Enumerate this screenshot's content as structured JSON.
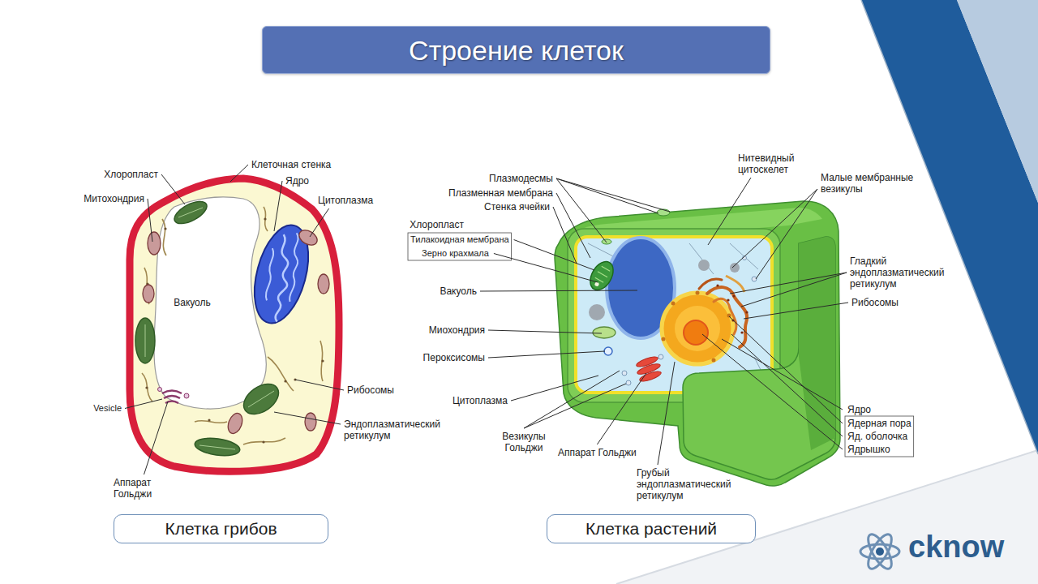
{
  "diagram": {
    "title": "Строение клеток",
    "nodes": [
      {
        "text": [
          "Клетка грибов"
        ]
      },
      {
        "text": [
          "Клетка растений"
        ]
      }
    ],
    "labels": [
      "Хлоропласт",
      "Клеточная стенка",
      "Митохондрия",
      "Ядро",
      "Цитоплазма",
      "Вакуоль",
      "Рибосомы",
      "Vesicle",
      "Эндоплазматический ретикулум",
      "Аппарат Гольджи",
      "Плазмодесмы",
      "Плазменная мембрана",
      "Стенка ячейки",
      "Хлоропласт",
      "Тилакоидная мембрана",
      "Зерно крахмала",
      "Вакуоль",
      "Миохондрия",
      "Пероксисомы",
      "Цитоплазма",
      "Везикулы Гольджи",
      "Аппарат Гольджи",
      "Грубый эндоплазматический ретикулум",
      "Нитевидный цитоскелет",
      "Малые мембранные везикулы",
      "Гладкий эндоплазматический ретикулум",
      "Рибосомы",
      "Ядро",
      "Ядерная пора",
      "Яд. оболочка",
      "Ядрышко",
      "cknow"
    ]
  }
}
